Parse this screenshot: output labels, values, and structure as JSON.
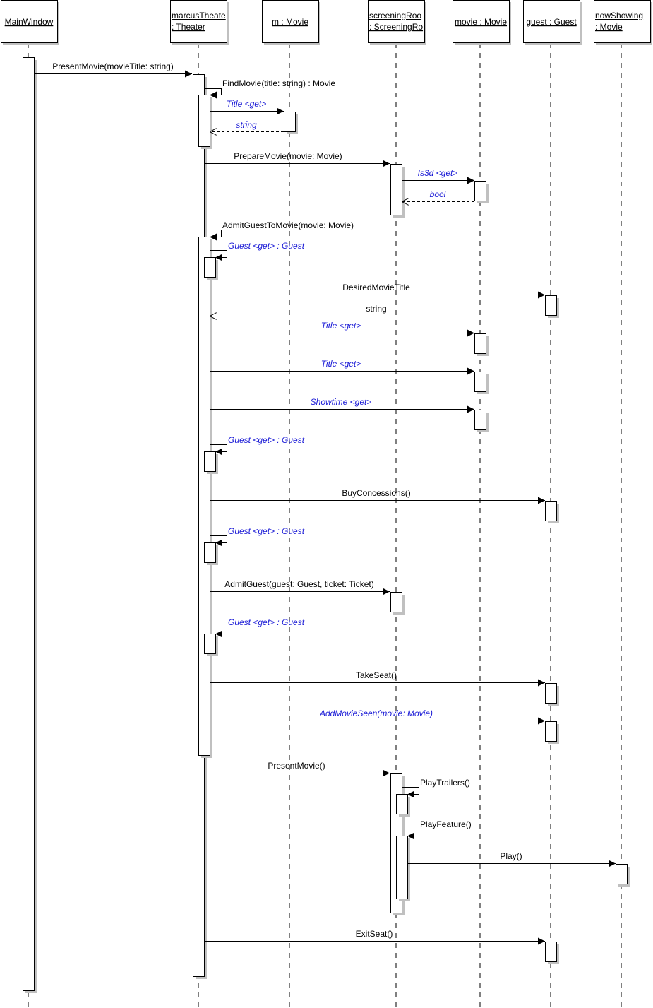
{
  "diagram": {
    "type": "UML sequence diagram",
    "lifelines": [
      {
        "id": "mainWindow",
        "lines": [
          "MainWindow"
        ]
      },
      {
        "id": "theater",
        "lines": [
          "marcusTheate",
          ": Theater"
        ]
      },
      {
        "id": "m",
        "lines": [
          "m : Movie"
        ]
      },
      {
        "id": "screeningRoom",
        "lines": [
          "screeningRoo",
          ": ScreeningRo"
        ]
      },
      {
        "id": "movie",
        "lines": [
          "movie : Movie"
        ]
      },
      {
        "id": "guest",
        "lines": [
          "guest : Guest"
        ]
      },
      {
        "id": "nowShowing",
        "lines": [
          "nowShowing",
          ": Movie"
        ]
      }
    ],
    "messages": [
      {
        "from": "mainWindow",
        "to": "theater",
        "label": "PresentMovie(movieTitle: string)",
        "kind": "call",
        "style": "normal"
      },
      {
        "from": "theater",
        "to": "theater",
        "label": "FindMovie(title: string) : Movie",
        "kind": "self",
        "style": "normal"
      },
      {
        "from": "theater",
        "to": "m",
        "label": "Title <get>",
        "kind": "call",
        "style": "property"
      },
      {
        "from": "m",
        "to": "theater",
        "label": "string",
        "kind": "return",
        "style": "property"
      },
      {
        "from": "theater",
        "to": "screeningRoom",
        "label": "PrepareMovie(movie: Movie)",
        "kind": "call",
        "style": "normal"
      },
      {
        "from": "screeningRoom",
        "to": "movie",
        "label": "Is3d <get>",
        "kind": "call",
        "style": "property"
      },
      {
        "from": "movie",
        "to": "screeningRoom",
        "label": "bool",
        "kind": "return",
        "style": "property"
      },
      {
        "from": "theater",
        "to": "theater",
        "label": "AdmitGuestToMovie(movie: Movie)",
        "kind": "self",
        "style": "normal"
      },
      {
        "from": "theater",
        "to": "theater",
        "label": "Guest <get> : Guest",
        "kind": "self",
        "style": "property"
      },
      {
        "from": "theater",
        "to": "guest",
        "label": "DesiredMovieTitle",
        "kind": "call",
        "style": "normal"
      },
      {
        "from": "guest",
        "to": "theater",
        "label": "string",
        "kind": "return",
        "style": "normal"
      },
      {
        "from": "theater",
        "to": "movie",
        "label": "Title <get>",
        "kind": "call",
        "style": "property"
      },
      {
        "from": "theater",
        "to": "movie",
        "label": "Title <get>",
        "kind": "call",
        "style": "property"
      },
      {
        "from": "theater",
        "to": "movie",
        "label": "Showtime <get>",
        "kind": "call",
        "style": "property"
      },
      {
        "from": "theater",
        "to": "theater",
        "label": "Guest <get> : Guest",
        "kind": "self",
        "style": "property"
      },
      {
        "from": "theater",
        "to": "guest",
        "label": "BuyConcessions()",
        "kind": "call",
        "style": "normal"
      },
      {
        "from": "theater",
        "to": "theater",
        "label": "Guest <get> : Guest",
        "kind": "self",
        "style": "property"
      },
      {
        "from": "theater",
        "to": "screeningRoom",
        "label": "AdmitGuest(guest: Guest, ticket: Ticket)",
        "kind": "call",
        "style": "normal"
      },
      {
        "from": "theater",
        "to": "theater",
        "label": "Guest <get> : Guest",
        "kind": "self",
        "style": "property"
      },
      {
        "from": "theater",
        "to": "guest",
        "label": "TakeSeat()",
        "kind": "call",
        "style": "normal"
      },
      {
        "from": "theater",
        "to": "guest",
        "label": "AddMovieSeen(movie: Movie)",
        "kind": "call",
        "style": "property"
      },
      {
        "from": "theater",
        "to": "screeningRoom",
        "label": "PresentMovie()",
        "kind": "call",
        "style": "normal"
      },
      {
        "from": "screeningRoom",
        "to": "screeningRoom",
        "label": "PlayTrailers()",
        "kind": "self",
        "style": "normal"
      },
      {
        "from": "screeningRoom",
        "to": "screeningRoom",
        "label": "PlayFeature()",
        "kind": "self",
        "style": "normal"
      },
      {
        "from": "screeningRoom",
        "to": "nowShowing",
        "label": "Play()",
        "kind": "call",
        "style": "normal"
      },
      {
        "from": "theater",
        "to": "guest",
        "label": "ExitSeat()",
        "kind": "call",
        "style": "normal"
      }
    ],
    "colors": {
      "line": "#000000",
      "shadow": "#c0c0c0",
      "box_fill": "#ffffff",
      "normal_text": "#000000",
      "property_text": "#1a1ad6"
    }
  }
}
